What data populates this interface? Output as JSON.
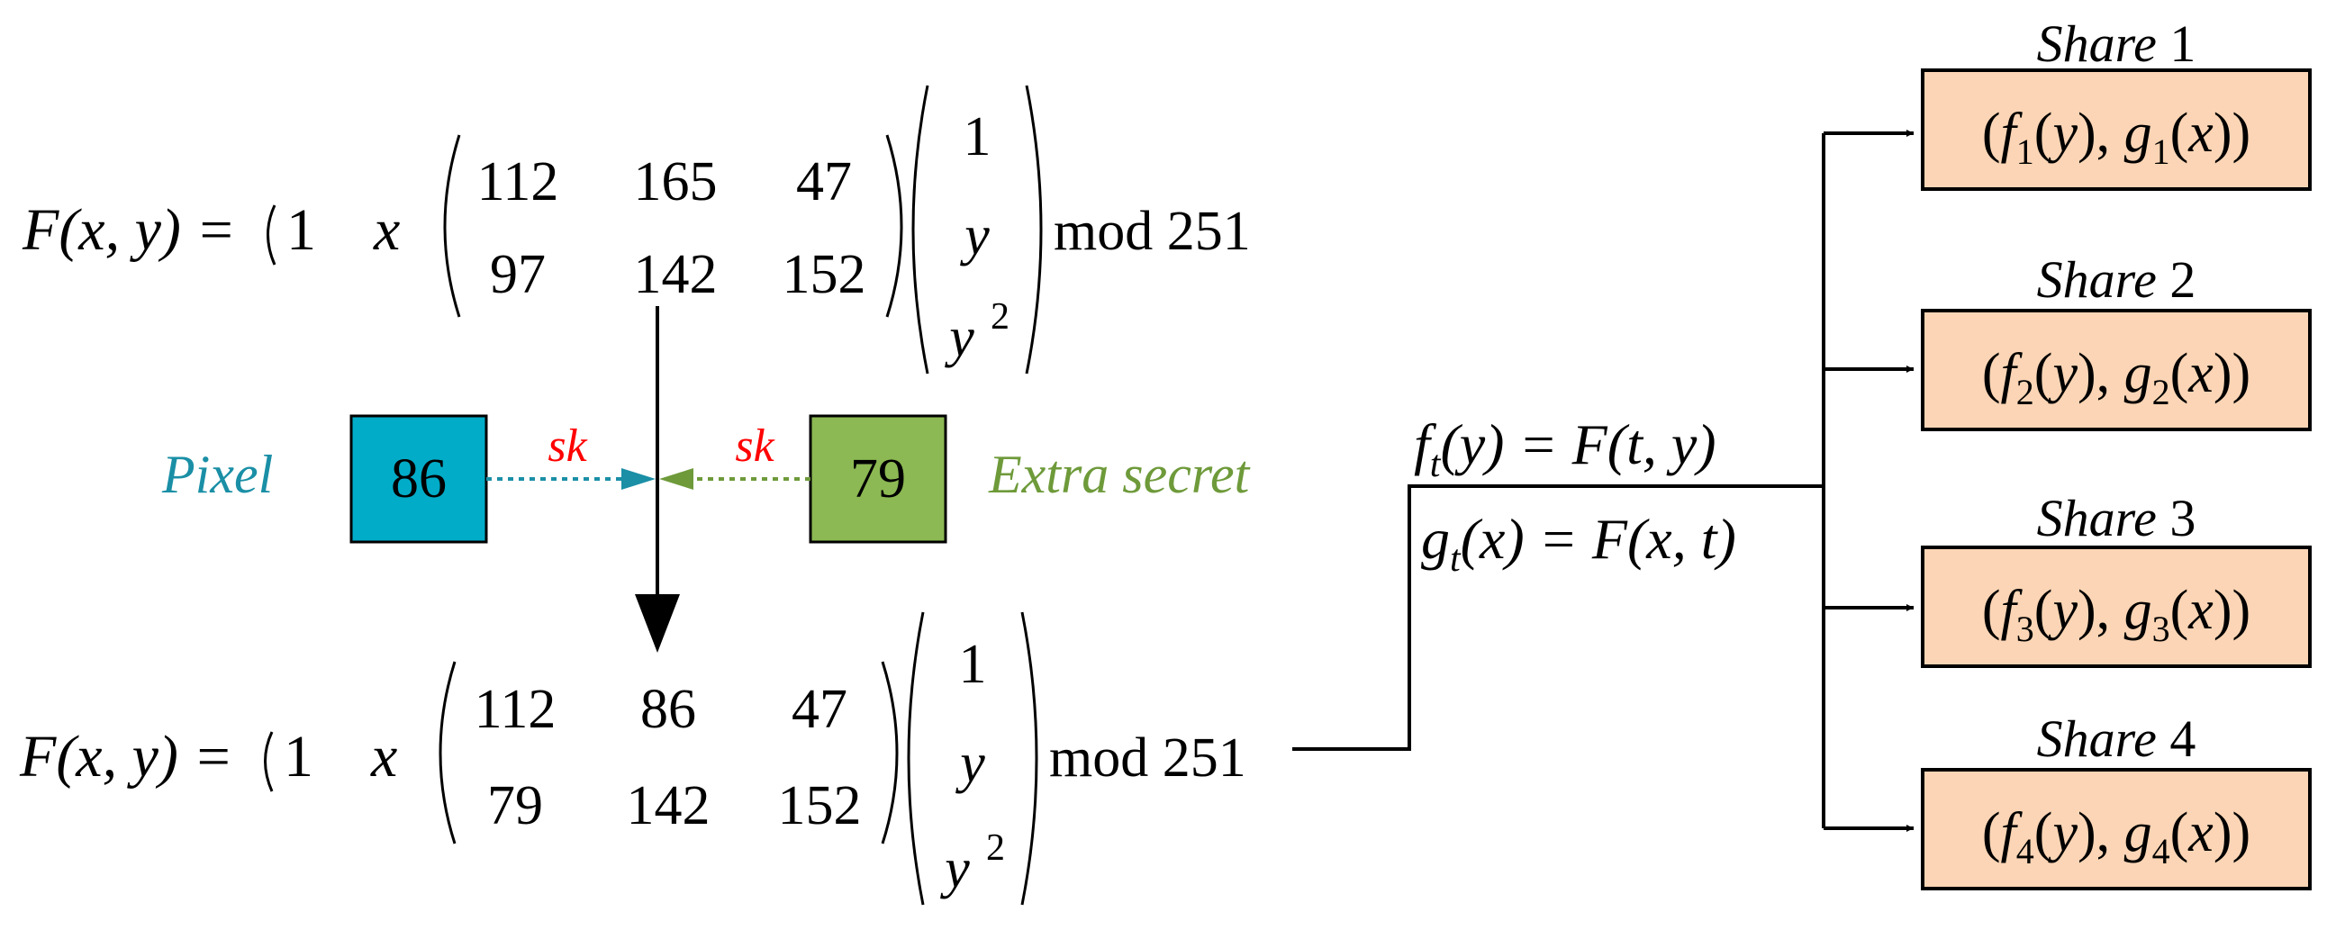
{
  "equation_top": {
    "lhs": "F(x, y) = ",
    "row_left": [
      "1",
      "x"
    ],
    "matrix": [
      [
        "112",
        "165",
        "47"
      ],
      [
        "97",
        "142",
        "152"
      ]
    ],
    "column": [
      "1",
      "y",
      "y"
    ],
    "column_exp": "2",
    "mod_text": "mod 251"
  },
  "equation_bottom": {
    "lhs": "F(x, y) = ",
    "row_left": [
      "1",
      "x"
    ],
    "matrix": [
      [
        "112",
        "86",
        "47"
      ],
      [
        "79",
        "142",
        "152"
      ]
    ],
    "column": [
      "1",
      "y",
      "y"
    ],
    "column_exp": "2",
    "mod_text": "mod 251"
  },
  "pixel": {
    "label": "Pixel",
    "value": "86",
    "key": "sk"
  },
  "extra_secret": {
    "label": "Extra secret",
    "value": "79",
    "key": "sk"
  },
  "split": {
    "f_name": "f",
    "g_name": "g",
    "sub": "t",
    "f_rhs": "(y) = F(t, y)",
    "g_rhs": "(x) = F(x, t)"
  },
  "shares": [
    {
      "title": "Share",
      "num": "1",
      "index": "1"
    },
    {
      "title": "Share",
      "num": "2",
      "index": "2"
    },
    {
      "title": "Share",
      "num": "3",
      "index": "3"
    },
    {
      "title": "Share",
      "num": "4",
      "index": "4"
    }
  ],
  "colors": {
    "pixel_fill": "#00ACC8",
    "pixel_text": "#1A8FA6",
    "secret_fill": "#8CB953",
    "secret_text": "#6E9A3A",
    "key_text": "#FF0000",
    "share_fill": "#FBD5B5"
  }
}
